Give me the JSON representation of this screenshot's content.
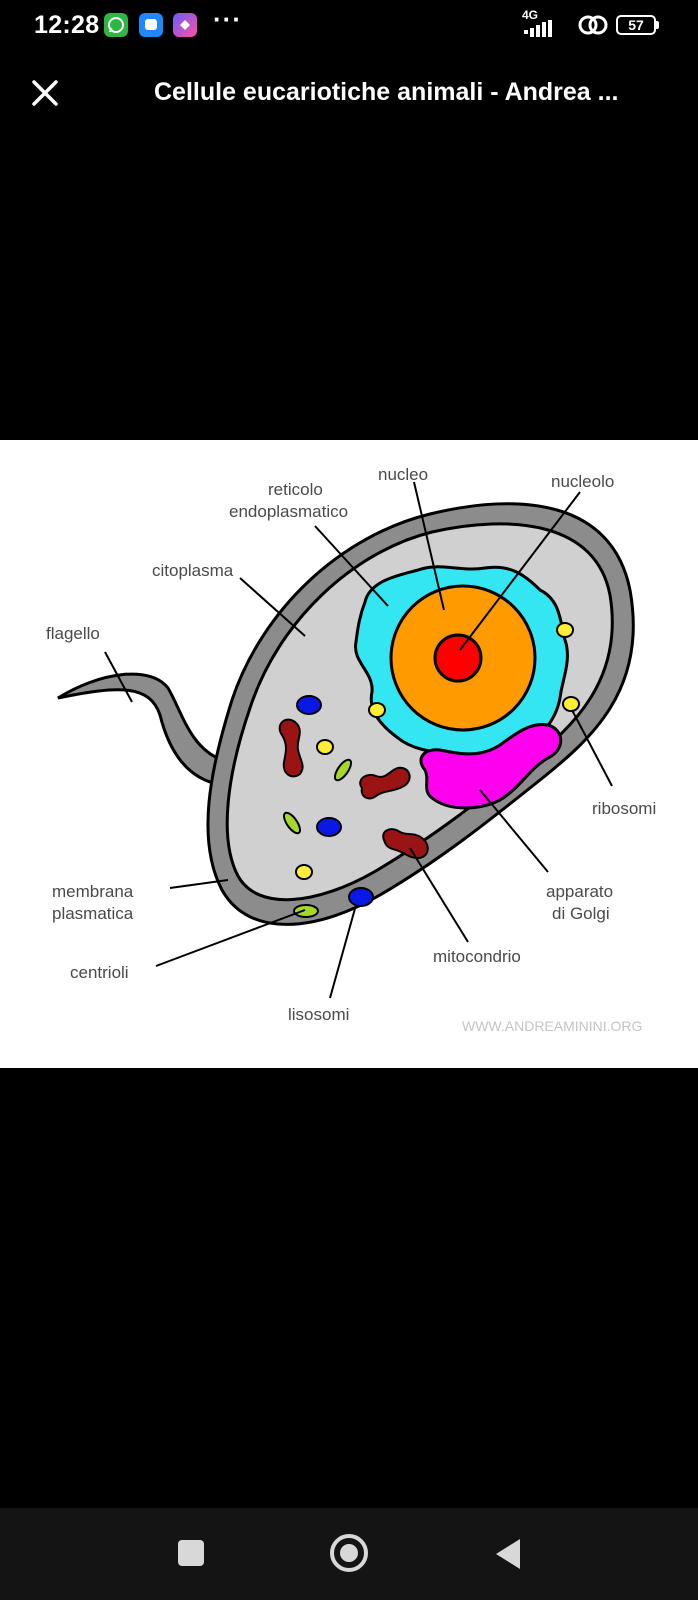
{
  "status_bar": {
    "time": "12:28",
    "network": "4G",
    "battery": "57",
    "notification_icons": [
      "whatsapp-icon",
      "messenger-icon",
      "app-icon",
      "more-icon"
    ]
  },
  "top_bar": {
    "title": "Cellule eucariotiche animali - Andrea ..."
  },
  "diagram": {
    "labels": {
      "nucleo": "nucleo",
      "nucleolo": "nucleolo",
      "reticolo_line1": "reticolo",
      "reticolo_line2": "endoplasmatico",
      "citoplasma": "citoplasma",
      "flagello": "flagello",
      "ribosomi": "ribosomi",
      "apparato_line1": "apparato",
      "apparato_line2": "di Golgi",
      "membrana_line1": "membrana",
      "membrana_line2": "plasmatica",
      "centrioli": "centrioli",
      "mitocondrio": "mitocondrio",
      "lisosomi": "lisosomi"
    },
    "watermark": "WWW.ANDREAMININI.ORG",
    "colors": {
      "membrane": "#8c8c8c",
      "cytoplasm": "#d0d0d0",
      "reticulum": "#33e6f2",
      "nucleus": "#ff9a00",
      "nucleolus": "#ff0000",
      "golgi": "#ff00ee",
      "mitochondria": "#9b1414",
      "lysosomes": "#0a18e6",
      "ribosomes": "#ffee33",
      "centrioles": "#a6d829"
    }
  },
  "nav_bar": {
    "buttons": [
      "recents-button",
      "home-button",
      "back-button"
    ]
  }
}
